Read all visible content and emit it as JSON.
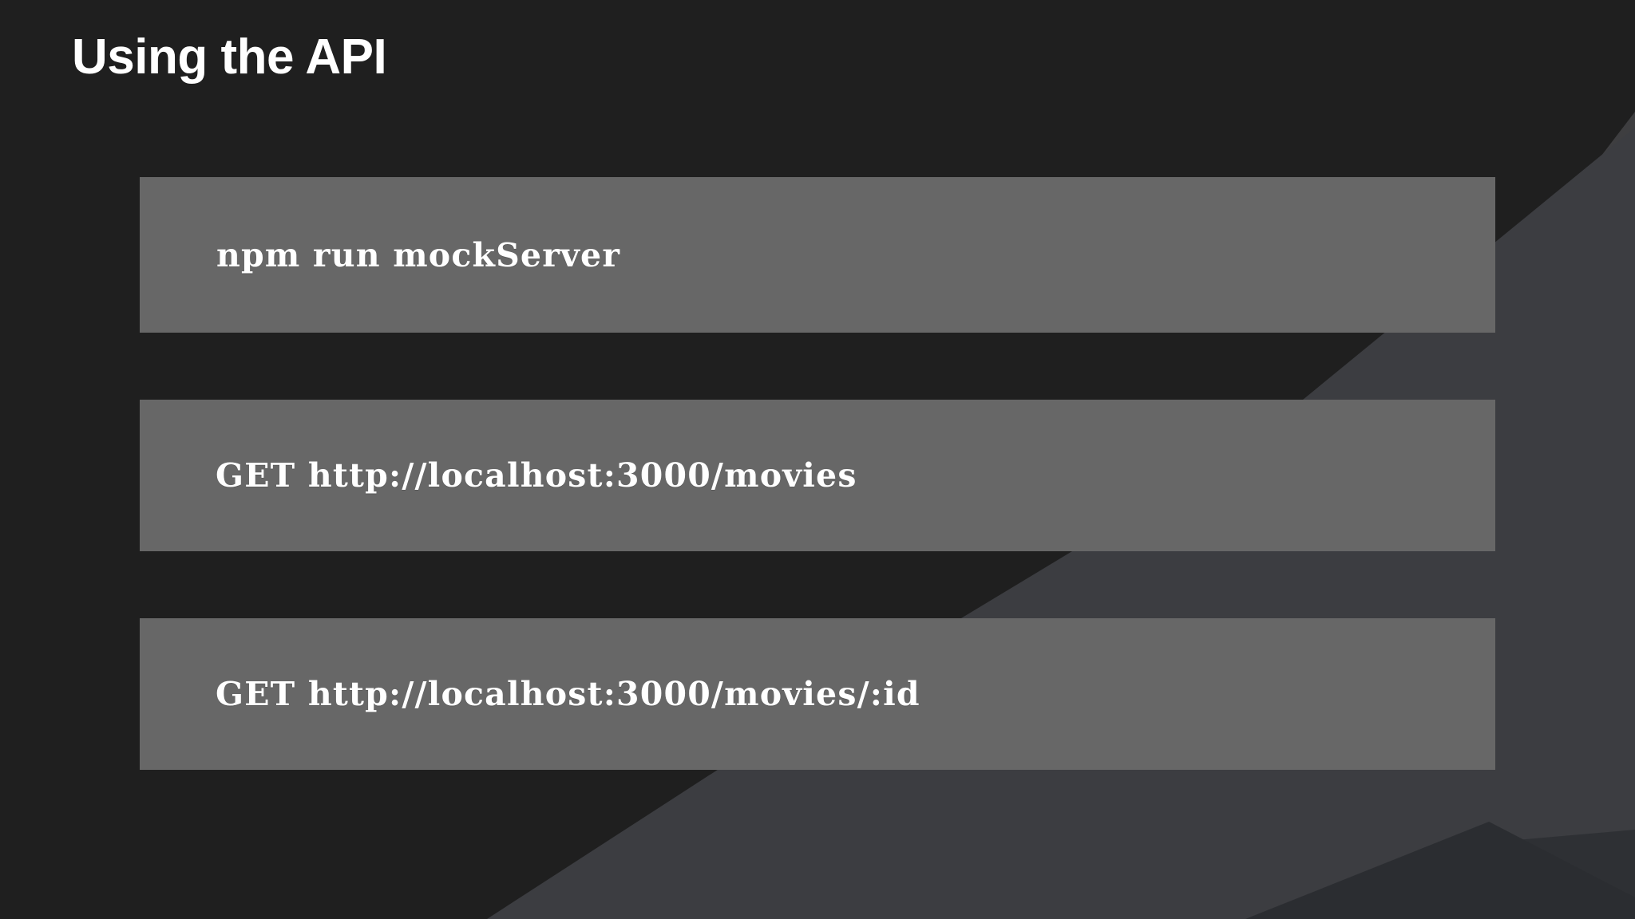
{
  "slide": {
    "title": "Using the API",
    "background_color": "#1f1f1f",
    "title_color": "#ffffff",
    "code_block_color": "#676767",
    "code_text_color": "#ffffff",
    "accent_shape_color": "#3e3e40",
    "accent_shape_color_dark": "#33363a"
  },
  "code_blocks": [
    {
      "text": "npm run mockServer"
    },
    {
      "text": "GET http://localhost:3000/movies"
    },
    {
      "text": "GET http://localhost:3000/movies/:id"
    }
  ]
}
